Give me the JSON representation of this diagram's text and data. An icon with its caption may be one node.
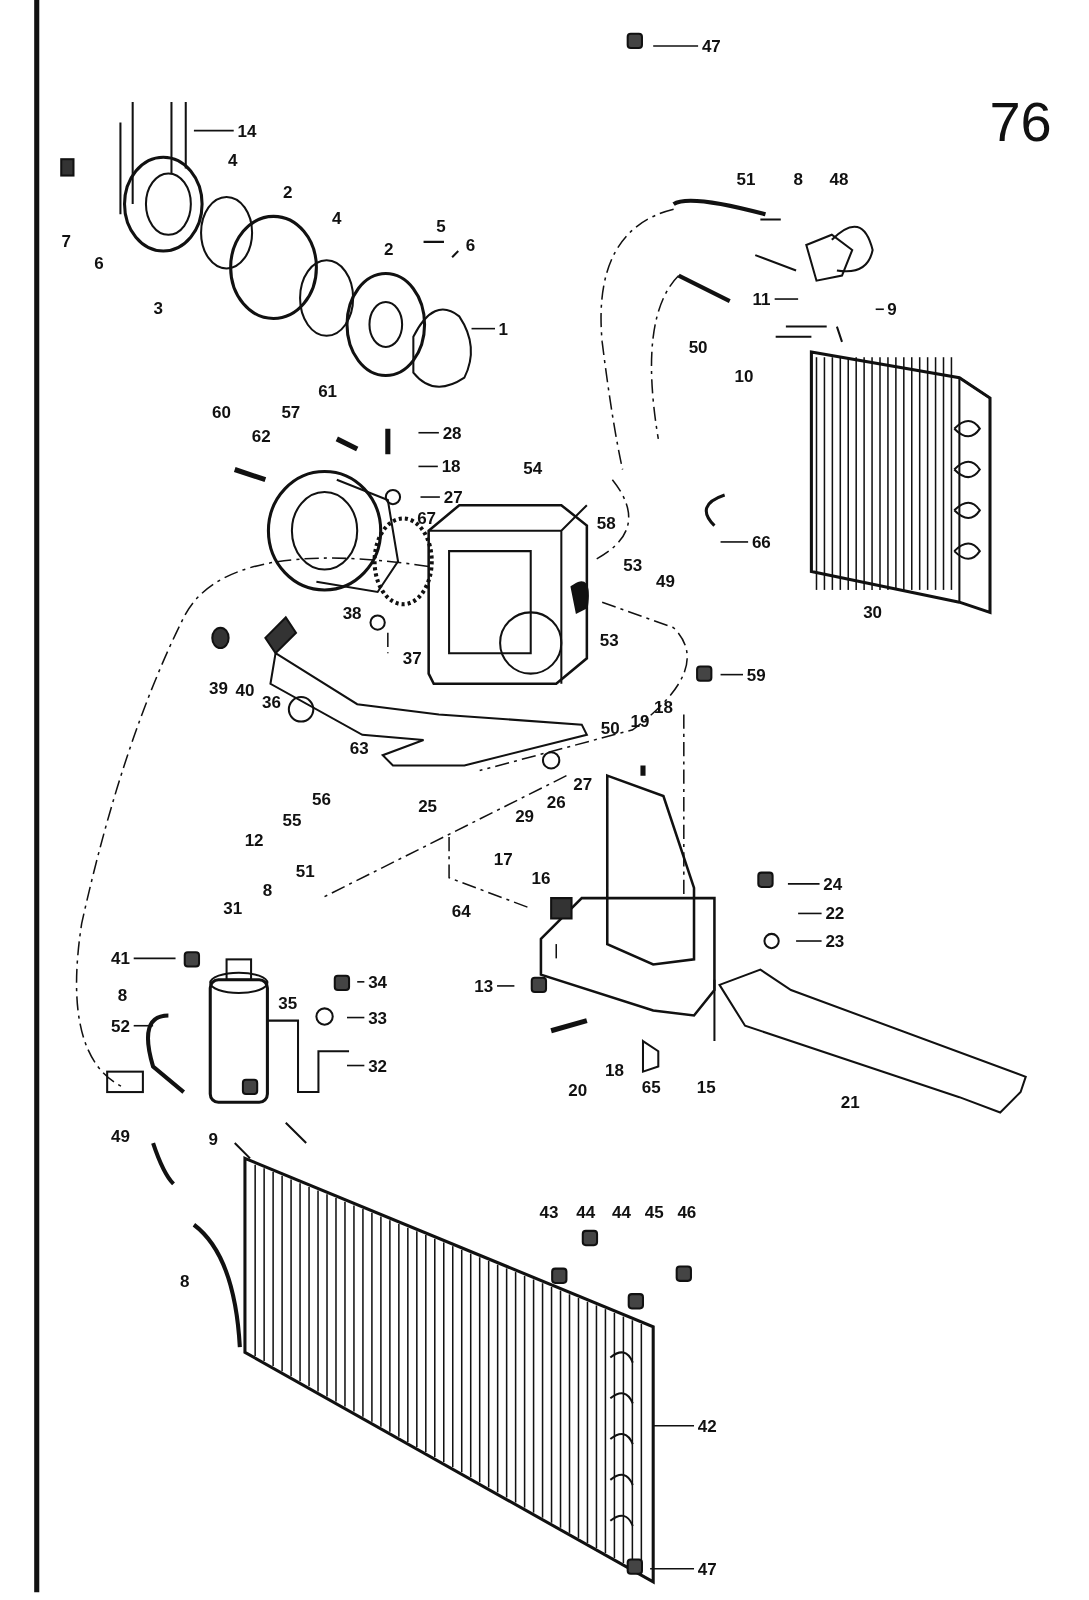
{
  "diagram": {
    "nodes": [
      {
        "text": [
          "47"
        ]
      },
      {
        "text": [
          "14"
        ]
      },
      {
        "text": [
          "11"
        ]
      },
      {
        "text": [
          "9"
        ]
      },
      {
        "text": [
          "1"
        ]
      },
      {
        "text": [
          "28"
        ]
      },
      {
        "text": [
          "18"
        ]
      },
      {
        "text": [
          "27"
        ]
      },
      {
        "text": [
          "66"
        ]
      },
      {
        "text": [
          "59"
        ]
      },
      {
        "text": [
          "24"
        ]
      },
      {
        "text": [
          "22"
        ]
      },
      {
        "text": [
          "23"
        ]
      },
      {
        "text": [
          "41"
        ]
      },
      {
        "text": [
          "34"
        ]
      },
      {
        "text": [
          "13"
        ]
      },
      {
        "text": [
          "52"
        ]
      },
      {
        "text": [
          "33"
        ]
      },
      {
        "text": [
          "32"
        ]
      },
      {
        "text": [
          "42"
        ]
      },
      {
        "text": [
          "47"
        ]
      }
    ],
    "edges": [
      {
        "from": 0,
        "to": null,
        "arrow": "none"
      },
      {
        "from": 1,
        "to": null,
        "arrow": "none"
      },
      {
        "from": 2,
        "to": null,
        "arrow": "none"
      },
      {
        "from": 3,
        "to": null,
        "arrow": "none"
      },
      {
        "from": 4,
        "to": null,
        "arrow": "none"
      },
      {
        "from": 5,
        "to": null,
        "arrow": "none"
      },
      {
        "from": 6,
        "to": null,
        "arrow": "none"
      },
      {
        "from": 7,
        "to": null,
        "arrow": "none"
      },
      {
        "from": 8,
        "to": null,
        "arrow": "none"
      },
      {
        "from": 9,
        "to": null,
        "arrow": "none"
      },
      {
        "from": 10,
        "to": null,
        "arrow": "none"
      },
      {
        "from": 11,
        "to": null,
        "arrow": "none"
      },
      {
        "from": 12,
        "to": null,
        "arrow": "none"
      },
      {
        "from": 13,
        "to": null,
        "arrow": "none"
      },
      {
        "from": 14,
        "to": null,
        "arrow": "none"
      },
      {
        "from": 15,
        "to": null,
        "arrow": "none"
      },
      {
        "from": 16,
        "to": null,
        "arrow": "none"
      },
      {
        "from": 17,
        "to": null,
        "arrow": "none"
      },
      {
        "from": 18,
        "to": null,
        "arrow": "none"
      },
      {
        "from": 19,
        "to": null,
        "arrow": "none"
      },
      {
        "from": 20,
        "to": null,
        "arrow": "none"
      }
    ],
    "labels": [
      "76",
      "4",
      "7",
      "6",
      "2",
      "4",
      "51",
      "8",
      "48",
      "2",
      "5",
      "6",
      "3",
      "50",
      "10",
      "61",
      "60",
      "57",
      "62",
      "54",
      "67",
      "58",
      "53",
      "49",
      "38",
      "30",
      "37",
      "53",
      "39",
      "40",
      "36",
      "50",
      "19",
      "18",
      "63",
      "55",
      "56",
      "25",
      "29",
      "26",
      "27",
      "12",
      "17",
      "16",
      "51",
      "31",
      "8",
      "64",
      "8",
      "35",
      "49",
      "9",
      "20",
      "18",
      "65",
      "15",
      "21",
      "43",
      "44",
      "44",
      "45",
      "46",
      "8"
    ]
  }
}
